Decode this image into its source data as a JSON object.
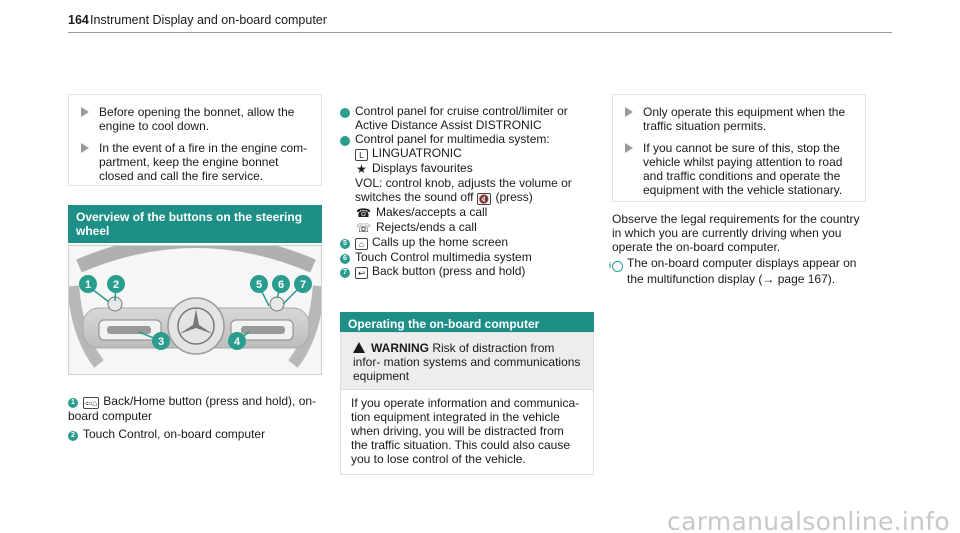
{
  "header": {
    "page_number": "164",
    "title": "Instrument Display and on-board computer"
  },
  "col1": {
    "steps": [
      {
        "text": "Before opening the bonnet, allow the engine to cool down."
      },
      {
        "text": "In the event of a fire in the engine com- partment, keep the engine bonnet closed and call the fire service."
      }
    ],
    "section_title": "Overview of the buttons on the steering wheel",
    "illustration_numbers": [
      "1",
      "2",
      "3",
      "4",
      "5",
      "6",
      "7"
    ],
    "legend": [
      {
        "num": "1",
        "icon": "⇦⌂",
        "text": "Back/Home button (press and hold), on-board computer"
      },
      {
        "num": "2",
        "icon": "",
        "text": "Touch Control, on-board computer"
      }
    ]
  },
  "col2": {
    "legend": [
      {
        "num": "3",
        "text": "Control panel for cruise control/limiter or Active Distance Assist DISTRONIC"
      },
      {
        "num": "4",
        "text": "Control panel for multimedia system:"
      }
    ],
    "sub_items": [
      {
        "icon": "L",
        "text": "LINGUATRONIC"
      },
      {
        "icon": "★",
        "text": "Displays favourites"
      },
      {
        "icon": "",
        "text": "VOL: control knob, adjusts the volume or switches the sound off"
      },
      {
        "icon": "☎",
        "text": "Makes/accepts a call"
      },
      {
        "icon": "☏",
        "text": "Rejects/ends a call"
      }
    ],
    "mute_icon": "🔇",
    "press_label": "(press)",
    "legend2": [
      {
        "num": "5",
        "icon": "⌂",
        "text": "Calls up the home screen"
      },
      {
        "num": "6",
        "icon": "",
        "text": "Touch Control multimedia system"
      },
      {
        "num": "7",
        "icon": "↩",
        "text": "Back button (press and hold)"
      }
    ],
    "section_title": "Operating the on-board computer",
    "warning": {
      "label": "WARNING",
      "title_rest": "Risk of distraction from infor- mation systems and communications equipment",
      "body": "If you operate information and communica- tion equipment integrated in the vehicle when driving, you will be distracted from the traffic situation. This could also cause you to lose control of the vehicle."
    }
  },
  "col3": {
    "steps": [
      {
        "text": "Only operate this equipment when the traffic situation permits."
      },
      {
        "text": "If you cannot be sure of this, stop the vehicle whilst paying attention to road and traffic conditions and operate the equipment with the vehicle stationary."
      }
    ],
    "paragraph": "Observe the legal requirements for the country in which you are currently driving when you operate the on-board computer.",
    "note": "The on-board computer displays appear on the multifunction display (→ page 167)."
  },
  "watermark": "carmanualsonline.info"
}
